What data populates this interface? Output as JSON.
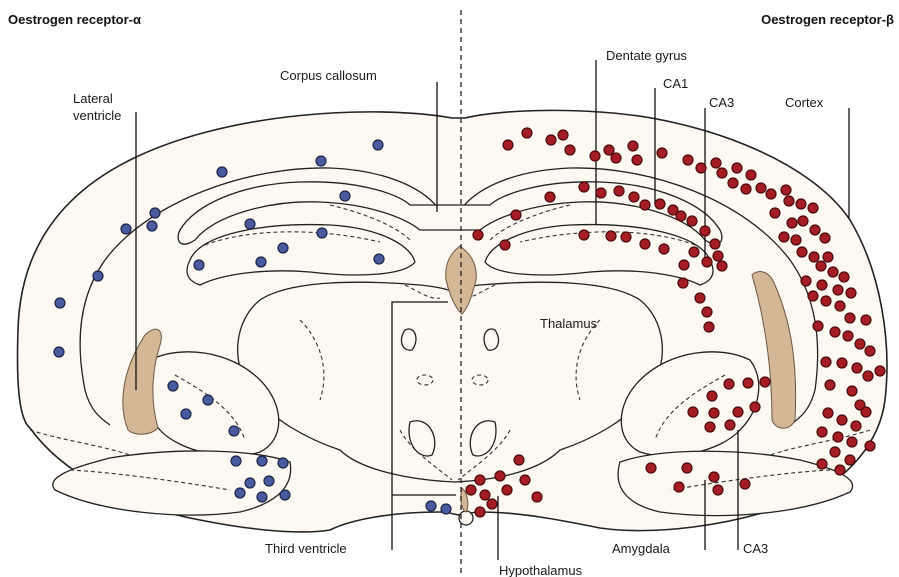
{
  "titles": {
    "left": "Oestrogen receptor-α",
    "right": "Oestrogen receptor-β"
  },
  "labels": {
    "lateral_ventricle_1": "Lateral",
    "lateral_ventricle_2": "ventricle",
    "corpus_callosum": "Corpus callosum",
    "dentate_gyrus": "Dentate gyrus",
    "ca1": "CA1",
    "ca3_top": "CA3",
    "cortex": "Cortex",
    "thalamus": "Thalamus",
    "third_ventricle": "Third ventricle",
    "hypothalamus": "Hypothalamus",
    "amygdala": "Amygdala",
    "ca3_bottom": "CA3"
  },
  "colors": {
    "alpha_dot": "#4a5a9e",
    "beta_dot": "#a51c24",
    "tissue": "#fdf8f2",
    "ventricle": "#d4b896"
  }
}
